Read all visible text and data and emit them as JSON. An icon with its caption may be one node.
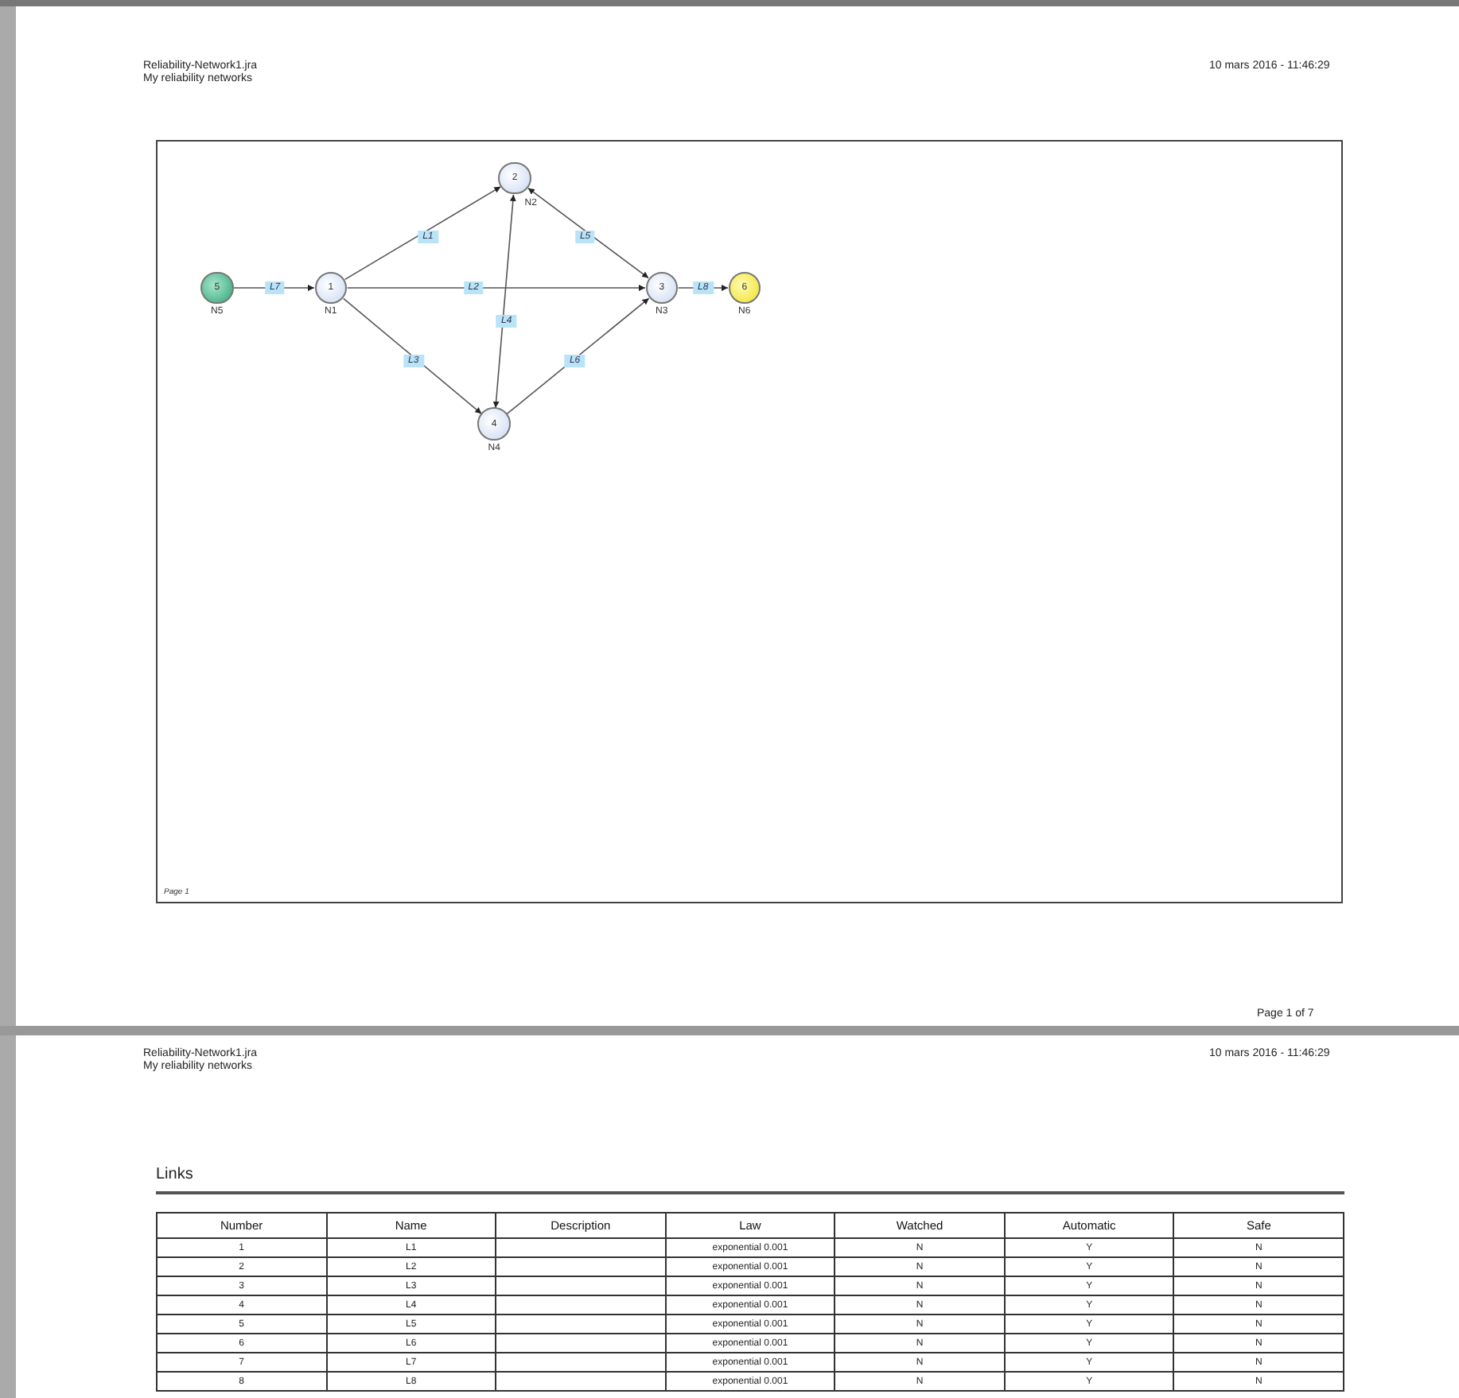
{
  "diagram": {
    "nodes": [
      {
        "text": [
          "5"
        ],
        "beside": [
          "N5"
        ]
      },
      {
        "text": [
          "1"
        ],
        "beside": [
          "N1"
        ]
      },
      {
        "text": [
          "2"
        ],
        "beside": [
          "N2"
        ]
      },
      {
        "text": [
          "3"
        ],
        "beside": [
          "N3"
        ]
      },
      {
        "text": [
          "4"
        ],
        "beside": [
          "N4"
        ]
      },
      {
        "text": [
          "6"
        ],
        "beside": [
          "N6"
        ]
      }
    ],
    "edges": [
      {
        "from": 0,
        "to": 1,
        "arrow": "to",
        "label": "L7"
      },
      {
        "from": 1,
        "to": 2,
        "arrow": "to",
        "label": "L1"
      },
      {
        "from": 1,
        "to": 3,
        "arrow": "to",
        "label": "L2"
      },
      {
        "from": 1,
        "to": 4,
        "arrow": "to",
        "label": "L3"
      },
      {
        "from": 2,
        "to": 4,
        "arrow": "both",
        "label": "L4"
      },
      {
        "from": 2,
        "to": 3,
        "arrow": "both",
        "label": "L5"
      },
      {
        "from": 4,
        "to": 3,
        "arrow": "to",
        "label": "L6"
      },
      {
        "from": 3,
        "to": 5,
        "arrow": "to",
        "label": "L8"
      }
    ],
    "labels": [
      "Reliability-Network1.jra",
      "My reliability networks",
      "10 mars 2016 - 11:46:29",
      "Page 1",
      "Page 1 of 7",
      "Reliability-Network1.jra",
      "My reliability networks",
      "10 mars 2016 - 11:46:29",
      "Links",
      "Number",
      "Name",
      "Description",
      "Law",
      "Watched",
      "Automatic",
      "Safe",
      "1",
      "L1",
      "exponential 0.001",
      "N",
      "Y",
      "N",
      "2",
      "L2",
      "exponential 0.001",
      "N",
      "Y",
      "N",
      "3",
      "L3",
      "exponential 0.001",
      "N",
      "Y",
      "N",
      "4",
      "L4",
      "exponential 0.001",
      "N",
      "Y",
      "N",
      "5",
      "L5",
      "exponential 0.001",
      "N",
      "Y",
      "N",
      "6",
      "L6",
      "exponential 0.001",
      "N",
      "Y",
      "N",
      "7",
      "L7",
      "exponential 0.001",
      "N",
      "Y",
      "N",
      "8",
      "L8",
      "exponential 0.001",
      "N",
      "Y",
      "N"
    ]
  }
}
